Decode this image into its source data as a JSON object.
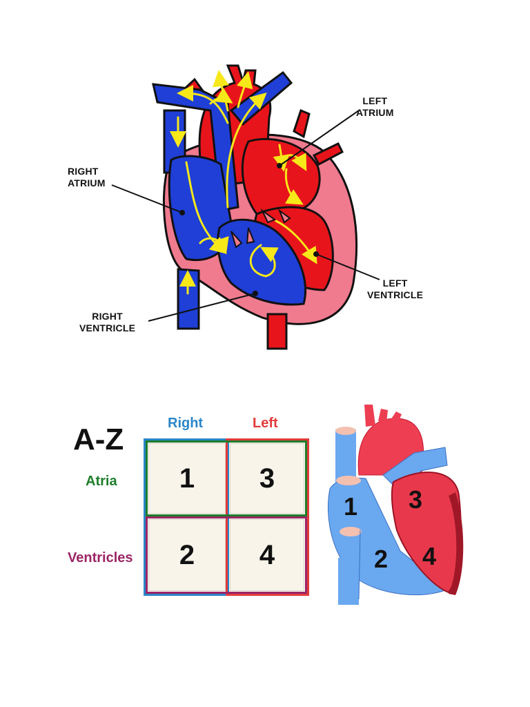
{
  "diagram1": {
    "labels": {
      "right_atrium": [
        "RIGHT",
        "ATRIUM"
      ],
      "left_atrium": [
        "LEFT",
        "ATRIUM"
      ],
      "left_ventricle": [
        "LEFT",
        "VENTRICLE"
      ],
      "right_ventricle": [
        "RIGHT",
        "VENTRICLE"
      ]
    }
  },
  "az": {
    "title": "A-Z",
    "columns": [
      "Right",
      "Left"
    ],
    "rows": [
      "Atria",
      "Ventricles"
    ],
    "cells": [
      "1",
      "3",
      "2",
      "4"
    ],
    "colors": {
      "right": "#2a86c8",
      "left": "#e23a3a",
      "atria": "#1e7d2a",
      "ventricles": "#9b2566"
    }
  },
  "diagram2": {
    "numbers": [
      "1",
      "2",
      "3",
      "4"
    ]
  }
}
